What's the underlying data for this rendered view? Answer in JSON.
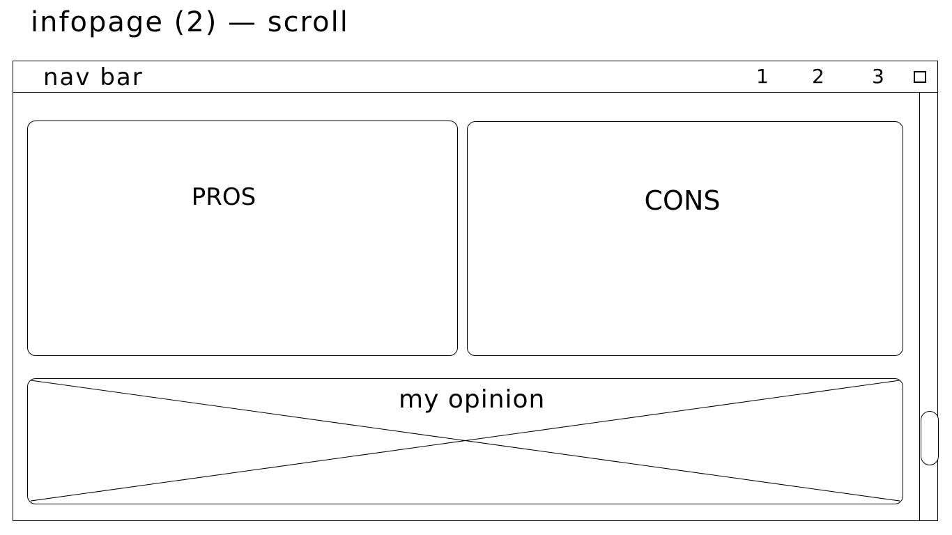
{
  "title": "infopage (2) — scroll",
  "navbar": {
    "label": "nav bar",
    "links": [
      "1",
      "2",
      "3"
    ],
    "icon": "square-icon"
  },
  "cards": {
    "pros": "PROS",
    "cons": "CONS"
  },
  "opinion": {
    "label": "my opinion"
  }
}
